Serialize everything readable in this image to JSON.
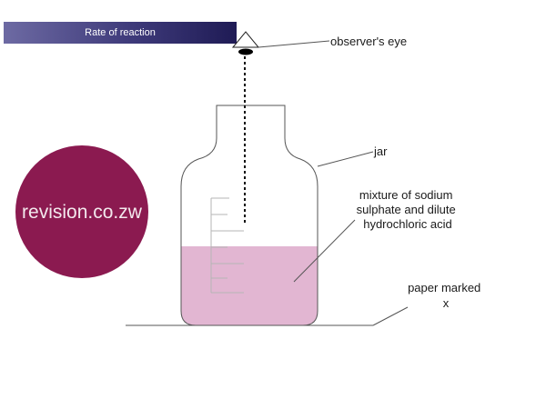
{
  "header": {
    "title": "Rate of reaction"
  },
  "watermark": {
    "text": "revision.co.zw",
    "color": "#8b1a50"
  },
  "labels": {
    "eye": "observer's eye",
    "jar": "jar",
    "mixture": [
      "mixture of sodium",
      "sulphate and dilute",
      "hydrochloric acid"
    ],
    "paper": [
      "paper marked",
      "x"
    ]
  },
  "colors": {
    "liquid": "#e2b6d2",
    "header_dark": "#1f1b55",
    "header_light": "#6d6aa3"
  }
}
